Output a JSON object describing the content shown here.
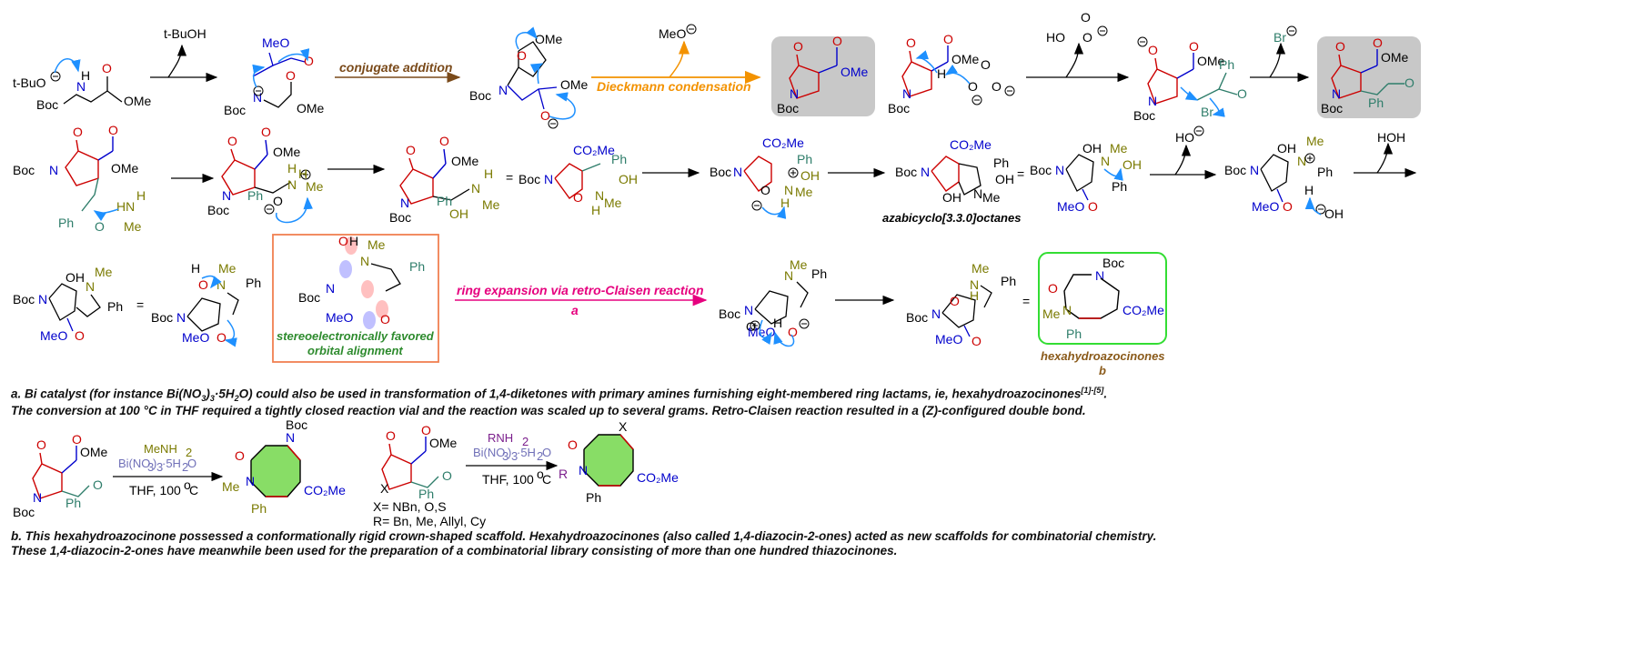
{
  "labels": {
    "conjugate_addition": "conjugate addition",
    "dieckmann": "Dieckmann condensation",
    "ring_expansion": "ring expansion via retro-Claisen reaction",
    "ring_expansion_note": "a",
    "stereo_1": "stereoelectronically favored",
    "stereo_2": "orbital alignment",
    "azabicyclo": "azabicyclo[3.3.0]octanes",
    "hexahydro": "hexahydroazocinones",
    "hexahydro_note": "b"
  },
  "byproducts": {
    "tbuoh": "t-BuOH",
    "meo": "MeO",
    "hco3": "HO",
    "br": "Br",
    "ho": "HO",
    "hoh": "HOH"
  },
  "reagents": {
    "r1_amine": "MeNH",
    "r1_cat": "Bi(NO",
    "r1_cond": "THF, 100",
    "r2_amine": "RNH",
    "r2_cat": "Bi(NO",
    "r2_cond": "THF, 100",
    "x_def": "X= NBn, O,S",
    "r_def": "R= Bn, Me, Allyl, Cy"
  },
  "notes": {
    "a1": "a. Bi catalyst (for instance Bi(NO",
    "a1b": ") could also be used in transformation of 1,4-diketones with primary amines furnishing eight-membered ring lactams, ie, hexahydroazocinones",
    "a1ref": "[1]-[5]",
    "a2": "The conversion at 100 °C in THF required a tightly closed reaction vial and the reaction was scaled up to several grams. Retro-Claisen reaction resulted in a (Z)-configured double bond.",
    "b1": "b. This hexahydroazocinone possessed a conformationally rigid crown-shaped scaffold. Hexahydroazocinones (also called 1,4-diazocin-2-ones) acted as new scaffolds for combinatorial chemistry.",
    "b2": "These 1,4-diazocin-2-ones have meanwhile been used for the preparation of a combinatorial library consisting of more than one hundred thiazocinones."
  },
  "colors": {
    "arrow_blue": "#1e90ff",
    "brown": "#7a4a1a",
    "orange": "#f39200",
    "pink": "#e6007e",
    "green_box": "#33dd33",
    "orange_box": "#f08050",
    "gray_box": "#c8c8c8"
  }
}
